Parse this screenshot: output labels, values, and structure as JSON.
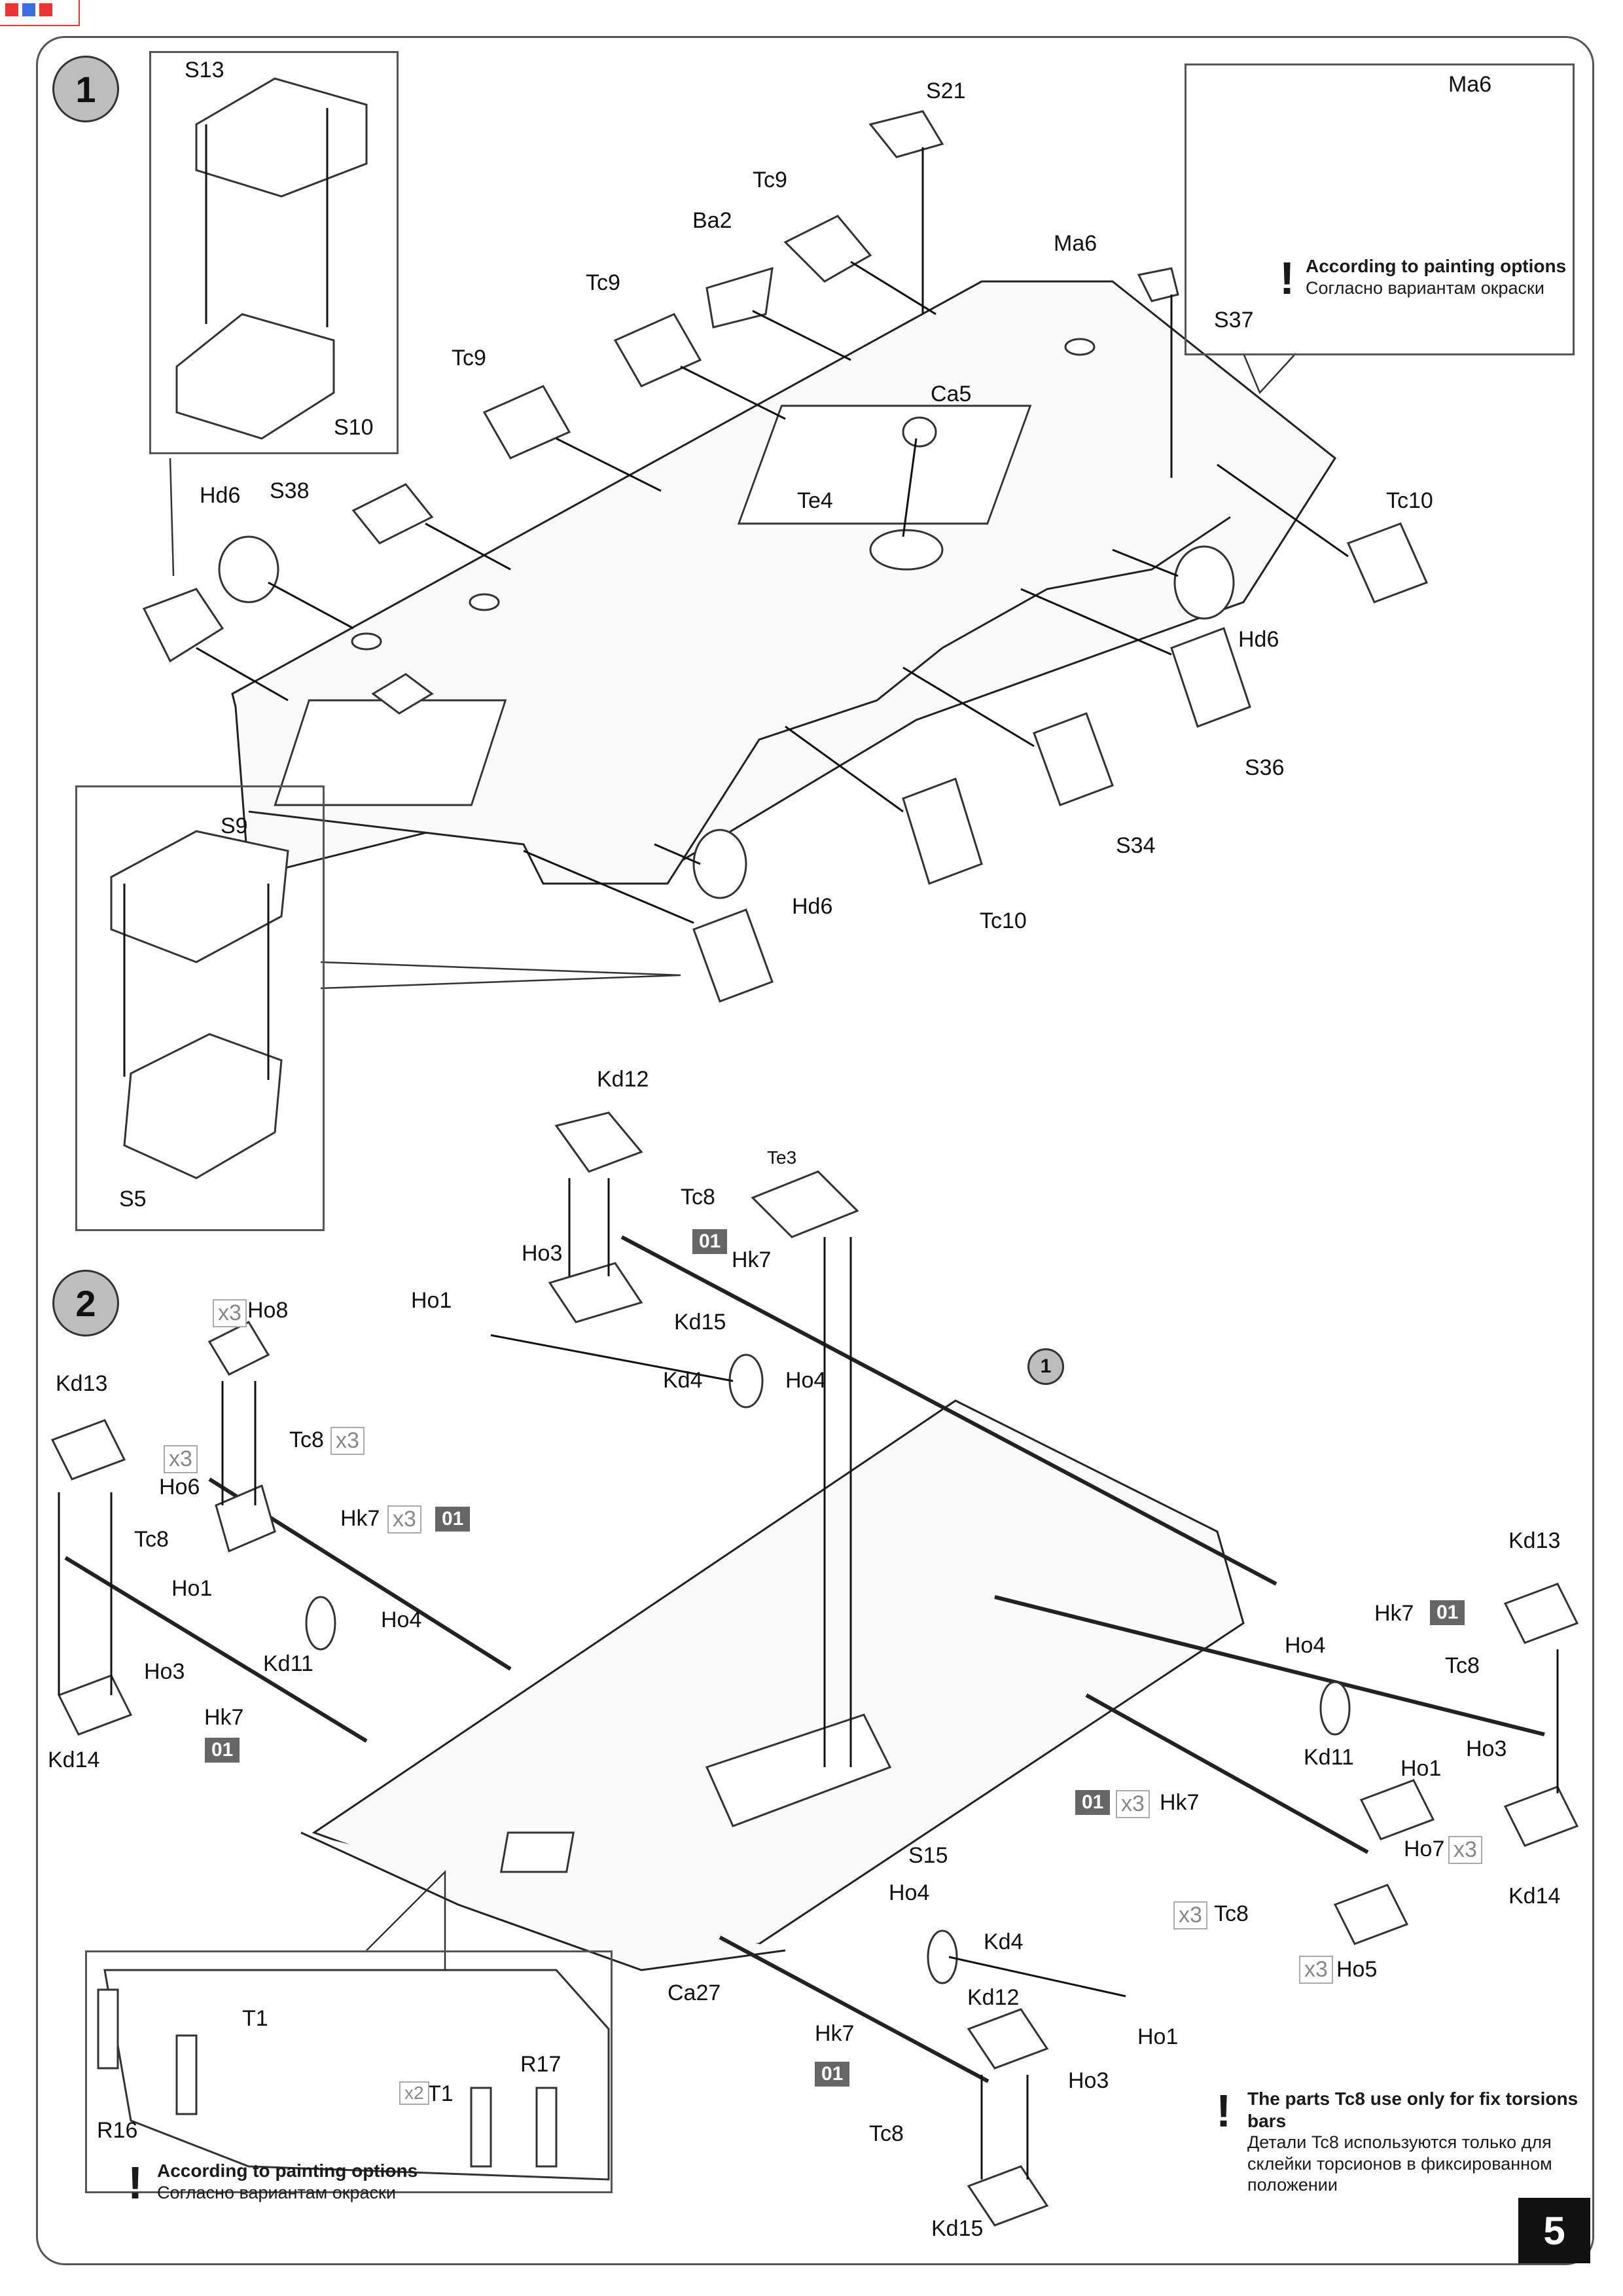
{
  "page": {
    "number": "5"
  },
  "step1": {
    "badge": "1",
    "labels": [
      "S13",
      "S10",
      "S21",
      "Tc9",
      "Ba2",
      "Ma6",
      "Tc9",
      "S37",
      "Ma6",
      "Tc9",
      "Ca5",
      "Hd6",
      "S38",
      "Te4",
      "Tc10",
      "Hd6",
      "S36",
      "S34",
      "Tc10",
      "Hd6",
      "S9",
      "S5"
    ],
    "note": {
      "en": "According to painting options",
      "ru": "Согласно вариантам окраски"
    }
  },
  "step2": {
    "badge": "2",
    "callout": "1",
    "labels": [
      "Kd12",
      "Te3",
      "Tc8",
      "Ho3",
      "Hk7",
      "Ho1",
      "Kd15",
      "Ho8",
      "Kd4",
      "Ho4",
      "Kd13",
      "Tc8",
      "Ho6",
      "Tc8",
      "Hk7",
      "Ho1",
      "Ho4",
      "Kd11",
      "Ho3",
      "Hk7",
      "Kd14",
      "Kd13",
      "Hk7",
      "Tc8",
      "Ho4",
      "Kd11",
      "Ho1",
      "Ho3",
      "Hk7",
      "Ho7",
      "Kd14",
      "S15",
      "Tc8",
      "Ho5",
      "Ho4",
      "Kd4",
      "Ca27",
      "Kd12",
      "Hk7",
      "Ho1",
      "Ho3",
      "Tc8",
      "Kd15",
      "T1",
      "R16",
      "T1",
      "R17"
    ],
    "paint_codes": [
      "01",
      "01",
      "01",
      "01",
      "01",
      "01"
    ],
    "multipliers": [
      "x3",
      "x3",
      "x3",
      "x3",
      "x3",
      "x3",
      "x3",
      "x3",
      "x2"
    ],
    "note_inset": {
      "en": "According to painting options",
      "ru": "Согласно вариантам окраски"
    },
    "note_tc8": {
      "en": "The parts Tc8 use only for fix torsions bars",
      "ru": "Детали Tc8 используются только для склейки торсионов в фиксированном положении"
    }
  }
}
